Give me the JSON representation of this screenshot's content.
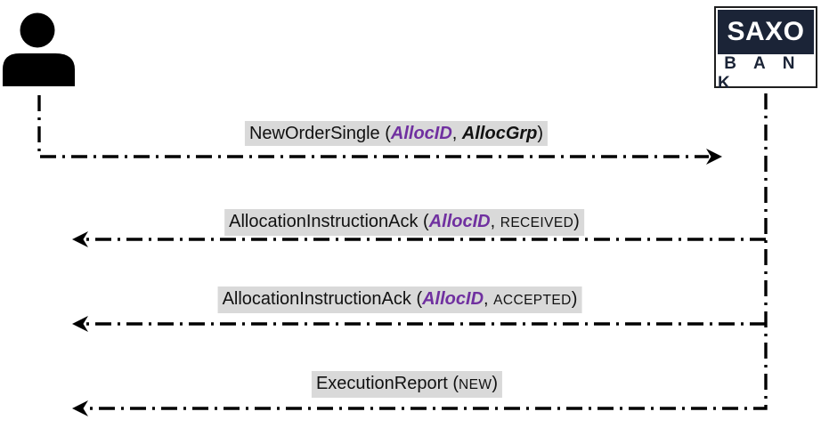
{
  "actors": {
    "client": {
      "icon": "person-icon"
    },
    "bank": {
      "name_top": "SAXO",
      "name_bottom": "B A N K"
    }
  },
  "messages": [
    {
      "direction": "right",
      "from": "client",
      "to": "bank",
      "prefix": "NewOrderSingle (",
      "param": "AllocID",
      "sep": ", ",
      "param2": "AllocGrp",
      "suffix": ")"
    },
    {
      "direction": "left",
      "from": "bank",
      "to": "client",
      "prefix": "AllocationInstructionAck (",
      "param": "AllocID",
      "sep": ", ",
      "status": "RECEIVED",
      "suffix": ")"
    },
    {
      "direction": "left",
      "from": "bank",
      "to": "client",
      "prefix": "AllocationInstructionAck (",
      "param": "AllocID",
      "sep": ", ",
      "status": "ACCEPTED",
      "suffix": ")"
    },
    {
      "direction": "left",
      "from": "bank",
      "to": "client",
      "prefix": "ExecutionReport (",
      "status": "NEW",
      "suffix": ")"
    }
  ],
  "colors": {
    "param_purple": "#7030A0",
    "label_background": "#d9d9d9",
    "logo_navy": "#1b2437",
    "line_black": "#000000"
  }
}
